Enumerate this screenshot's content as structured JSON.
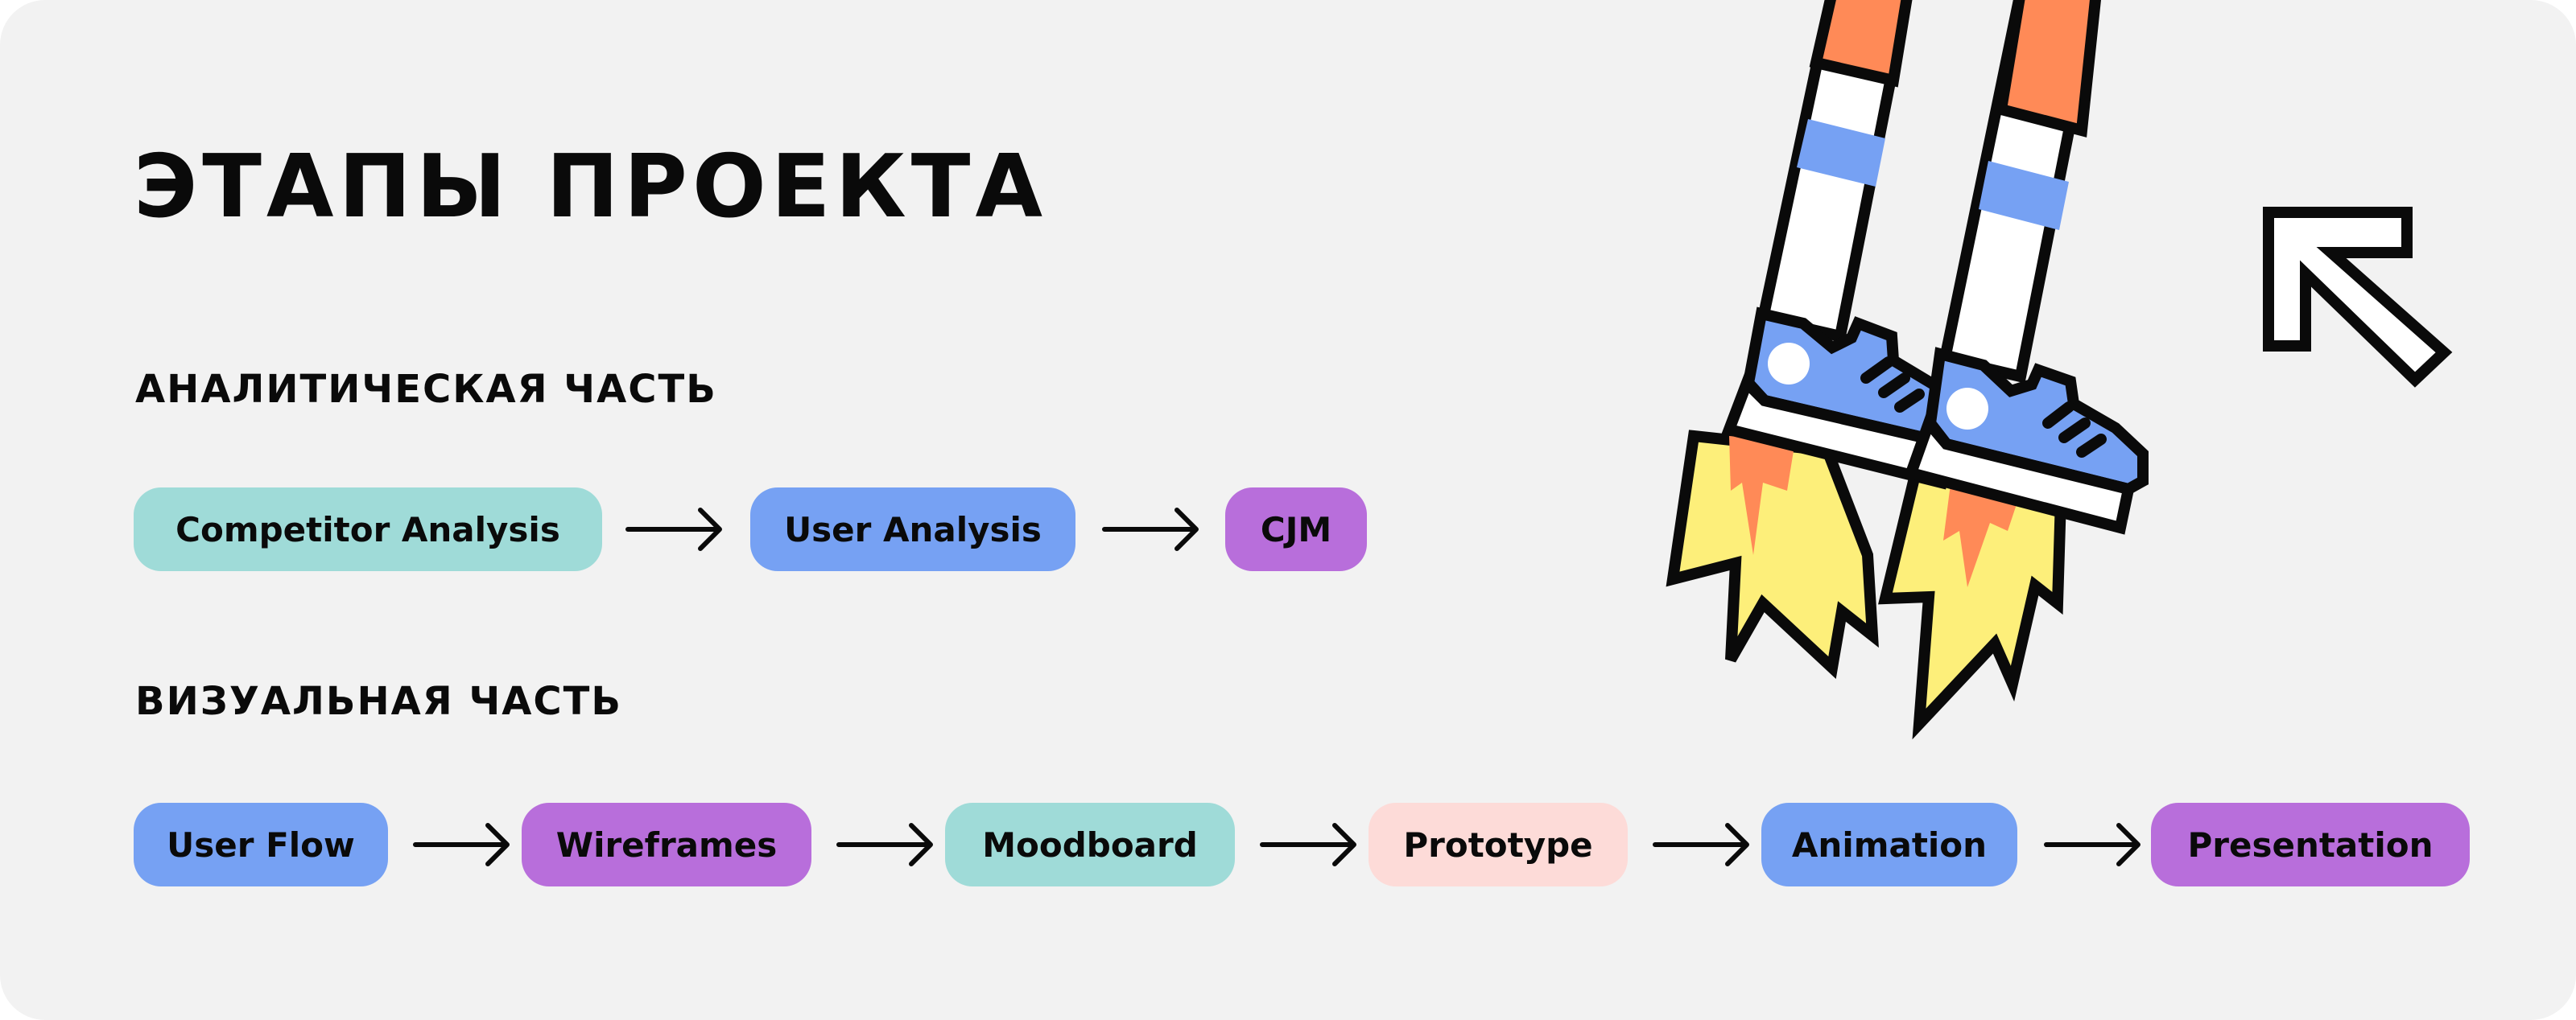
{
  "title": "ЭТАПЫ ПРОЕКТА",
  "sections": {
    "analytic": {
      "label": "АНАЛИТИЧЕСКАЯ ЧАСТЬ",
      "steps": [
        "Competitor Analysis",
        "User Analysis",
        "CJM"
      ]
    },
    "visual": {
      "label": "ВИЗУАЛЬНАЯ ЧАСТЬ",
      "steps": [
        "User Flow",
        "Wireframes",
        "Moodboard",
        "Prototype",
        "Animation",
        "Presentation"
      ]
    }
  },
  "colors": {
    "background": "#f2f2f2",
    "teal": "#9fdbd8",
    "blue": "#76a1f3",
    "purple": "#b86edb",
    "pink": "#fddbd8",
    "flame_yellow": "#fdef7a",
    "flame_orange": "#ff8a57",
    "sock_orange": "#ff8a57",
    "sock_stripe": "#76a1f3",
    "shoe": "#76a1f3"
  },
  "icons": {
    "flow_arrow": "right-arrow-icon",
    "corner_arrow": "up-left-arrow-icon",
    "illustration": "rocket-legs-illustration"
  }
}
